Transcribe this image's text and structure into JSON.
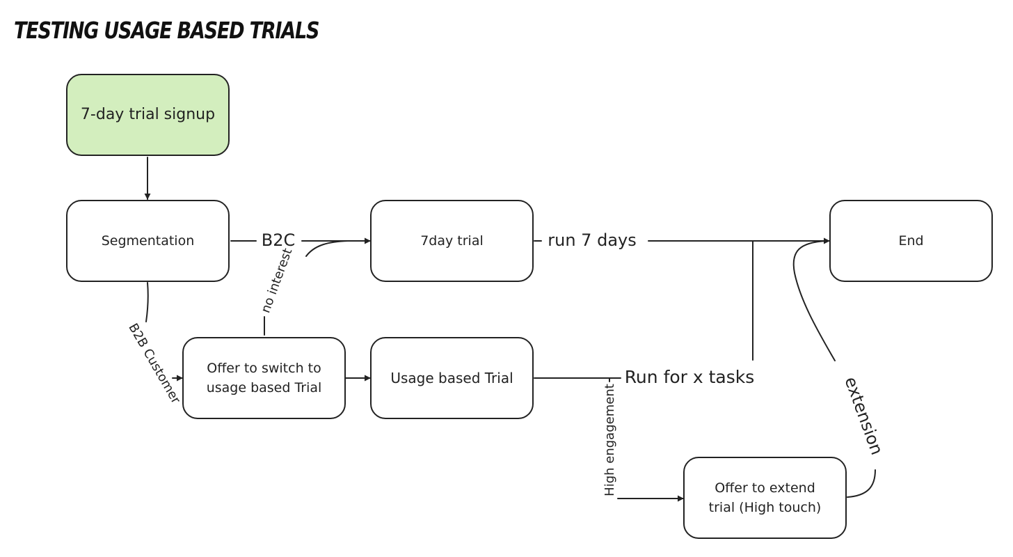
{
  "title": "TESTING USAGE BASED TRIALS",
  "colors": {
    "start_fill": "#d3eebe",
    "stroke": "#222222",
    "background": "#ffffff"
  },
  "nodes": {
    "signup": "7-day trial signup",
    "segmentation": "Segmentation",
    "seven_day_trial": "7day trial",
    "end": "End",
    "offer_switch": "Offer to switch to usage based Trial",
    "usage_trial": "Usage based Trial",
    "offer_extend": "Offer to extend trial (High touch)"
  },
  "edge_labels": {
    "b2c": "B2C",
    "b2b": "B2B Customer",
    "no_interest": "no interest",
    "run_7_days": "run 7 days",
    "run_x_tasks": "Run for x tasks",
    "high_engagement": "High engagement",
    "extension": "extension"
  }
}
